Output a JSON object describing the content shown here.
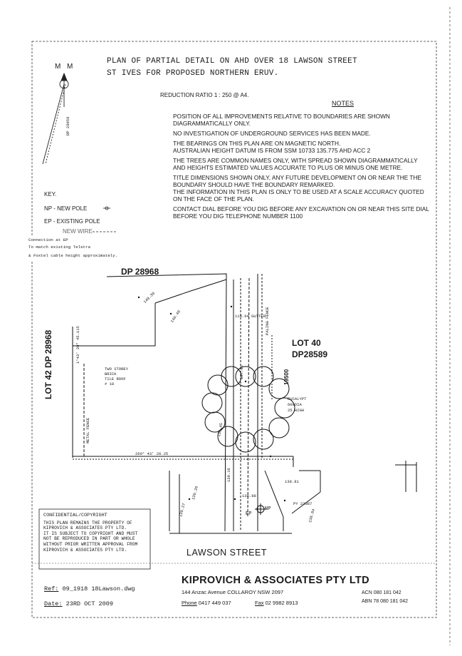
{
  "title": {
    "line1": "PLAN OF PARTIAL DETAIL ON AHD OVER 18 LAWSON STREET",
    "line2": "ST IVES FOR PROPOSED NORTHERN ERUV.",
    "ratio": "REDUCTION RATIO 1 : 250 @ A4."
  },
  "north": {
    "left": "M",
    "right": "M",
    "dp_ref": "DP 28958"
  },
  "notes": {
    "heading": "NOTES",
    "items": [
      "POSITION OF ALL IMPROVEMENTS RELATIVE TO BOUNDARIES ARE SHOWN DIAGRAMMATICALLY ONLY.",
      "NO INVESTIGATION OF UNDERGROUND SERVICES HAS BEEN MADE.",
      "THE BEARINGS ON THIS PLAN ARE ON MAGNETIC NORTH.",
      "AUSTRALIAN HEIGHT DATUM IS FROM SSM 10733   135.775 AHD ACC 2",
      "THE TREES ARE COMMON NAMES ONLY, WITH SPREAD SHOWN DIAGRAMMATICALLY AND HEIGHTS ESTIMATED VALUES ACCURATE TO PLUS OR MINUS ONE METRE.",
      "TITLE DIMENSIONS SHOWN ONLY, ANY FUTURE DEVELOPMENT ON OR NEAR THE THE BOUNDARY SHOULD HAVE THE BOUNDARY REMARKED.",
      "THE INFORMATION IN THIS PLAN IS ONLY TO BE USED AT A SCALE ACCURACY QUOTED ON THE FACE OF THE PLAN.",
      "CONTACT DIAL BEFORE YOU DIG BEFORE ANY EXCAVATION ON OR NEAR THIS SITE DIAL BEFORE YOU DIG TELEPHONE NUMBER 1100"
    ]
  },
  "key": {
    "heading": "KEY.",
    "new_pole": "NP - NEW POLE",
    "existing_pole": "EP - EXISTING POLE",
    "new_wire": "NEW WIRE",
    "connection": [
      "Connection at EP",
      "To match existing Telstra",
      "& Foxtel cable height approximately."
    ]
  },
  "plan": {
    "dp_28968": "DP 28968",
    "lot42": "LOT 42 DP 28968",
    "lot40_a": "LOT 40",
    "lot40_b": "DP28589",
    "house": [
      "TWO STOREY",
      "BRICK",
      "TILE ROOF",
      "# 18"
    ],
    "tree": [
      "EUCALYPT",
      "600DIA",
      "25 HIGH"
    ],
    "dim_19500": "19500",
    "metal_fence": "METAL FENCE",
    "paling_fence": "PALING FENCE",
    "bearing_bottom": "269° 43'   20.25",
    "bearing_left": "1°43' 20\"  45.115",
    "gutter": "114.64 GUTTER",
    "ep": "EP",
    "np": "NP",
    "py": "PY 22387",
    "level_labels": [
      "137.93",
      "139.26",
      "139.27",
      "138.45",
      "138.88",
      "138.84",
      "138.81",
      "139.16",
      "140.40",
      "140.30"
    ]
  },
  "street": "LAWSON STREET",
  "copyright": {
    "heading": "CONFIDENTIAL/COPYRIGHT",
    "lines": [
      "THIS PLAN REMAINS THE PROPERTY OF",
      "KIPROVICH & ASSOCIATES PTY LTD.",
      "IT IS SUBJECT TO COPYRIGHT AND MUST",
      "NOT BE REPRODUCED IN PART OR WHOLE",
      "WITHOUT PRIOR WRITTEN APPROVAL FROM",
      "KIPROVICH & ASSOCIATES  PTY LTD."
    ]
  },
  "company": {
    "name": "KIPROVICH & ASSOCIATES PTY LTD",
    "address": "144 Anzac Avenue COLLAROY   NSW 2097",
    "phone_label": "Phone",
    "phone": "0417 449 037",
    "fax_label": "Fax",
    "fax": "02 9982 8913",
    "acn": "ACN 080 181 042",
    "abn": "ABN 78 080 181 042"
  },
  "ref": {
    "label": "Ref:",
    "value": "09_1918 18Lawson.dwg"
  },
  "date": {
    "label": "Date:",
    "value": "23RD OCT 2009"
  }
}
